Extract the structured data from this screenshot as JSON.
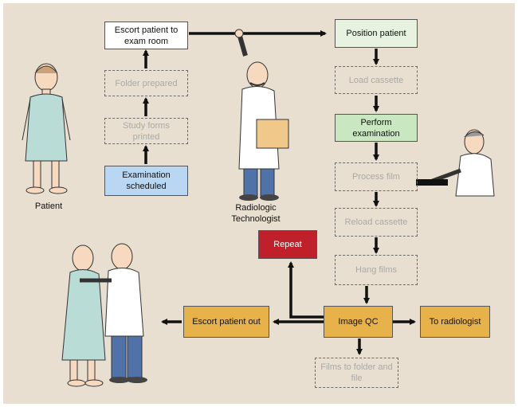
{
  "boxes": {
    "escort_in": "Escort patient to exam room",
    "folder": "Folder prepared",
    "study_forms": "Study forms printed",
    "exam_scheduled": "Examination scheduled",
    "position": "Position patient",
    "load": "Load cassette",
    "perform": "Perform examination",
    "process": "Process film",
    "reload": "Reload cassette",
    "hang": "Hang films",
    "image_qc": "Image QC",
    "repeat": "Repeat",
    "escort_out": "Escort patient out",
    "to_radiologist": "To radiologist",
    "films_folder": "Films to folder and file"
  },
  "labels": {
    "patient": "Patient",
    "technologist": "Radiologic Technologist"
  },
  "colors": {
    "background": "#e8dfd0",
    "arrow": "#111111",
    "gold": "#e8b24a",
    "red": "#c0202a",
    "blue": "#b9d6f2",
    "green": "#c9e8c1"
  },
  "icons": [
    "patient-figure",
    "technologist-figure",
    "technologist-at-processor-figure",
    "technologist-escorting-patient-figure"
  ]
}
